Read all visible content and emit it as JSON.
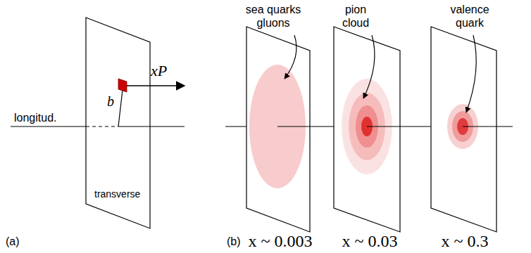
{
  "diagram": {
    "labels": [
      "longitud.",
      "b",
      "xP",
      "transverse",
      "(a)",
      "sea quarks gluons",
      "pion cloud",
      "valence quark",
      "(b)",
      "x ~ 0.003",
      "x ~ 0.03",
      "x ~ 0.3"
    ]
  }
}
